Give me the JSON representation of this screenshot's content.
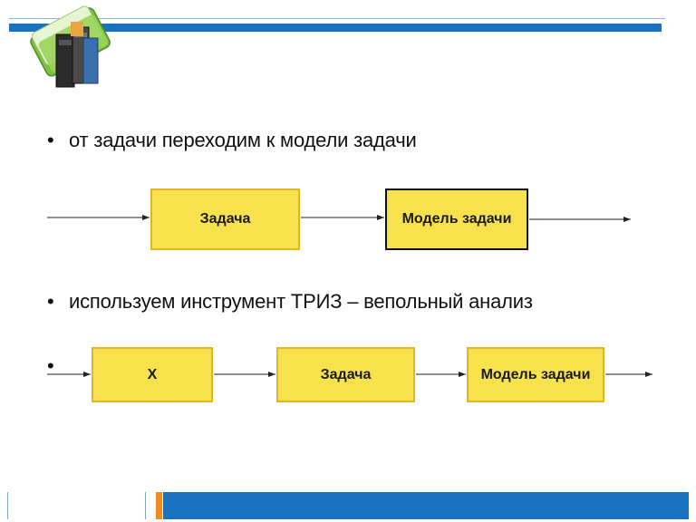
{
  "slide": {
    "bullets": [
      "от задачи переходим к модели задачи",
      "используем инструмент ТРИЗ – вепольный анализ"
    ],
    "diagram1": {
      "boxes": [
        "Задача",
        "Модель задачи"
      ]
    },
    "diagram2": {
      "boxes": [
        "Х",
        "Задача",
        "Модель задачи"
      ]
    }
  },
  "colors": {
    "box_fill": "#f7e24d",
    "box_border": "#e0b722",
    "accent_blue": "#1a73c0",
    "accent_orange": "#f08a24"
  }
}
